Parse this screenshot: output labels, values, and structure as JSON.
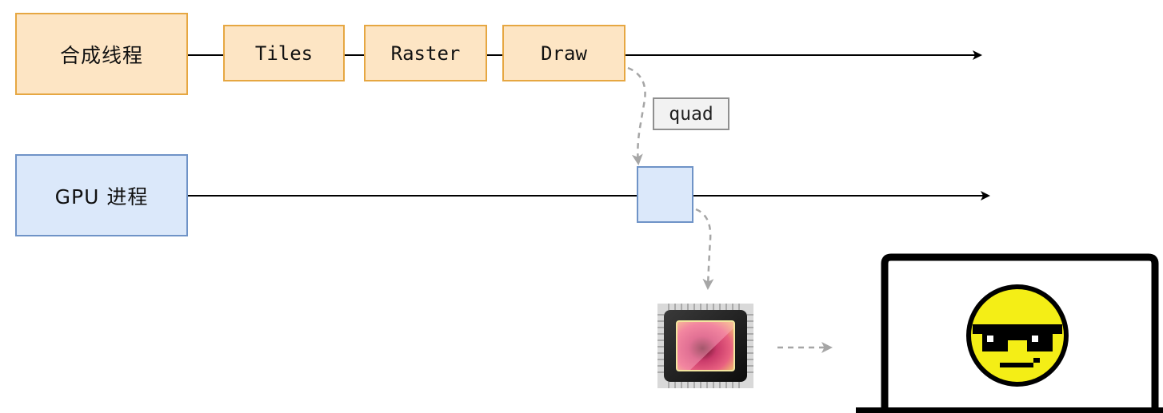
{
  "compositor_thread": {
    "label": "合成线程"
  },
  "stages": [
    {
      "label": "Tiles"
    },
    {
      "label": "Raster"
    },
    {
      "label": "Draw"
    }
  ],
  "gpu_process": {
    "label": "GPU 进程"
  },
  "message": {
    "label": "quad"
  },
  "icons": {
    "gpu_chip": "gpu-chip-icon",
    "monitor": "laptop-monitor-icon",
    "face": "sunglasses-smiley-icon"
  },
  "colors": {
    "thread_fill": "#fde5c4",
    "thread_border": "#e6a742",
    "gpu_fill": "#dbe8fa",
    "gpu_border": "#6f93c7",
    "arrow_dashed": "#a6a6a6"
  }
}
